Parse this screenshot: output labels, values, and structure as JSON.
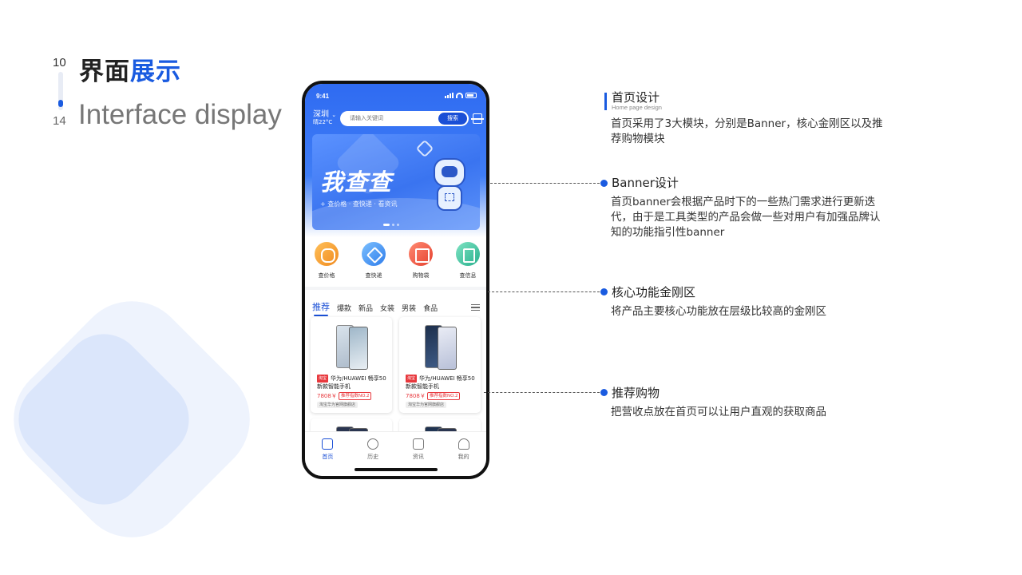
{
  "header": {
    "page_current": "10",
    "page_total": "14",
    "title_black": "界面",
    "title_blue": "展示",
    "subtitle": "Interface display"
  },
  "colors": {
    "accent": "#1a5be0",
    "app_blue": "#1a4fd6",
    "price_red": "#e8383d"
  },
  "phone": {
    "status_time": "9:41",
    "city": "深圳",
    "weather": "晴22°C",
    "search": {
      "placeholder": "请输入关键词",
      "button": "搜索"
    },
    "banner": {
      "title": "我查查",
      "subtitle": "+ 查价格 · 查快递 · 看资讯"
    },
    "kingkong": [
      {
        "label": "查价格",
        "icon": "yen-icon",
        "color": "#f7a234"
      },
      {
        "label": "查快递",
        "icon": "package-icon",
        "color": "#3c8ff0"
      },
      {
        "label": "购物袋",
        "icon": "shopping-bag-icon",
        "color": "#ef5a4c"
      },
      {
        "label": "查信息",
        "icon": "document-icon",
        "color": "#39c6a3"
      }
    ],
    "tabs": [
      "推荐",
      "爆款",
      "新品",
      "女装",
      "男装",
      "食品"
    ],
    "products": [
      {
        "tag": "淘宝",
        "name": "华为/HUAWEI 畅享50 新款智能手机",
        "price": "7808￥",
        "rank": "推荐指数NO.2",
        "shop": "淘宝华为官网旗舰店"
      },
      {
        "tag": "淘宝",
        "name": "华为/HUAWEI 畅享50 新款智能手机",
        "price": "7808￥",
        "rank": "推荐指数NO.2",
        "shop": "淘宝华为官网旗舰店"
      }
    ],
    "tabbar": [
      {
        "label": "首页",
        "icon": "home-icon"
      },
      {
        "label": "历史",
        "icon": "clock-icon"
      },
      {
        "label": "资讯",
        "icon": "news-icon"
      },
      {
        "label": "我的",
        "icon": "user-icon"
      }
    ]
  },
  "annotations": [
    {
      "title": "首页设计",
      "subtitle": "Home page design",
      "body": "首页采用了3大模块，分别是Banner，核心金刚区以及推荐购物模块"
    },
    {
      "title": "Banner设计",
      "body": "首页banner会根据产品时下的一些热门需求进行更新迭代，由于是工具类型的产品会做一些对用户有加强品牌认知的功能指引性banner"
    },
    {
      "title": "核心功能金刚区",
      "body": "将产品主要核心功能放在层级比较高的金刚区"
    },
    {
      "title": "推荐购物",
      "body": "把营收点放在首页可以让用户直观的获取商品"
    }
  ]
}
